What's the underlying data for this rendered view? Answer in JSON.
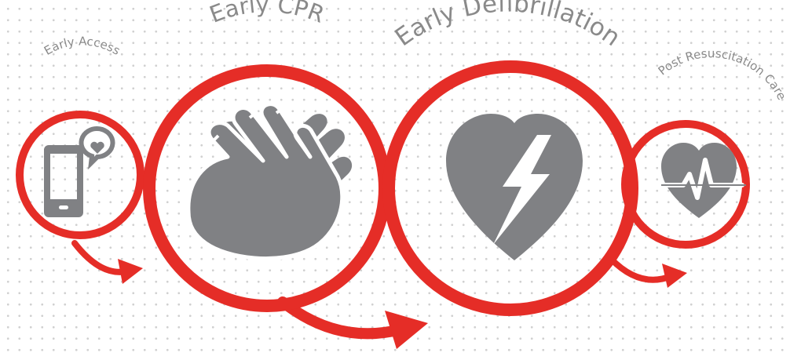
{
  "colors": {
    "ring": "#e52d27",
    "icon": "#808184",
    "label": "#8a8a8a",
    "dots": "#d0d0d0"
  },
  "links": [
    {
      "label": "Early Access",
      "icon": "phone-with-heart-bubble-icon"
    },
    {
      "label": "Early CPR",
      "icon": "hands-compression-icon"
    },
    {
      "label": "Early Defibrillation",
      "icon": "heart-lightning-icon"
    },
    {
      "label": "Post Resuscitation Care",
      "icon": "heart-pulse-icon"
    }
  ]
}
